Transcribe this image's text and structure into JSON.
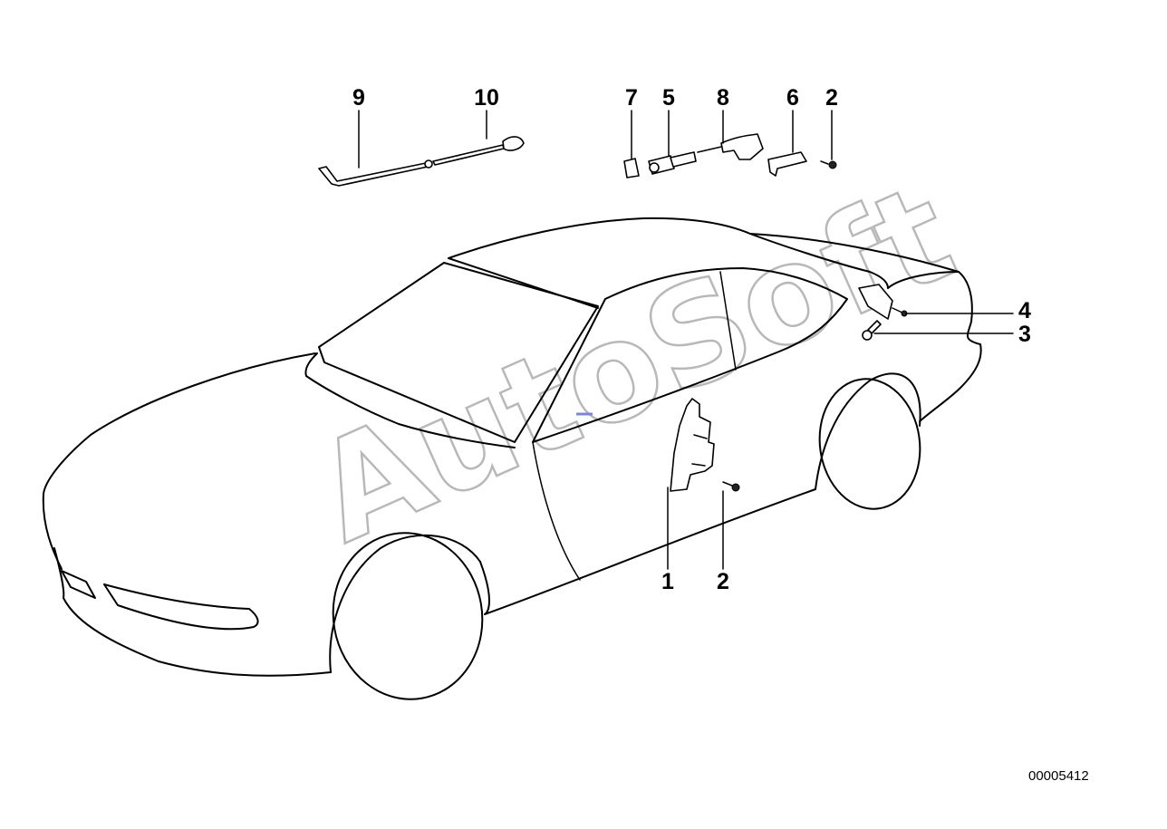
{
  "watermark": "AutoSoft",
  "document_number": "00005412",
  "callouts": [
    {
      "label": "9"
    },
    {
      "label": "10"
    },
    {
      "label": "7"
    },
    {
      "label": "5"
    },
    {
      "label": "8"
    },
    {
      "label": "6"
    },
    {
      "label": "2"
    },
    {
      "label": "4"
    },
    {
      "label": "3"
    },
    {
      "label": "1"
    },
    {
      "label": "2"
    }
  ]
}
